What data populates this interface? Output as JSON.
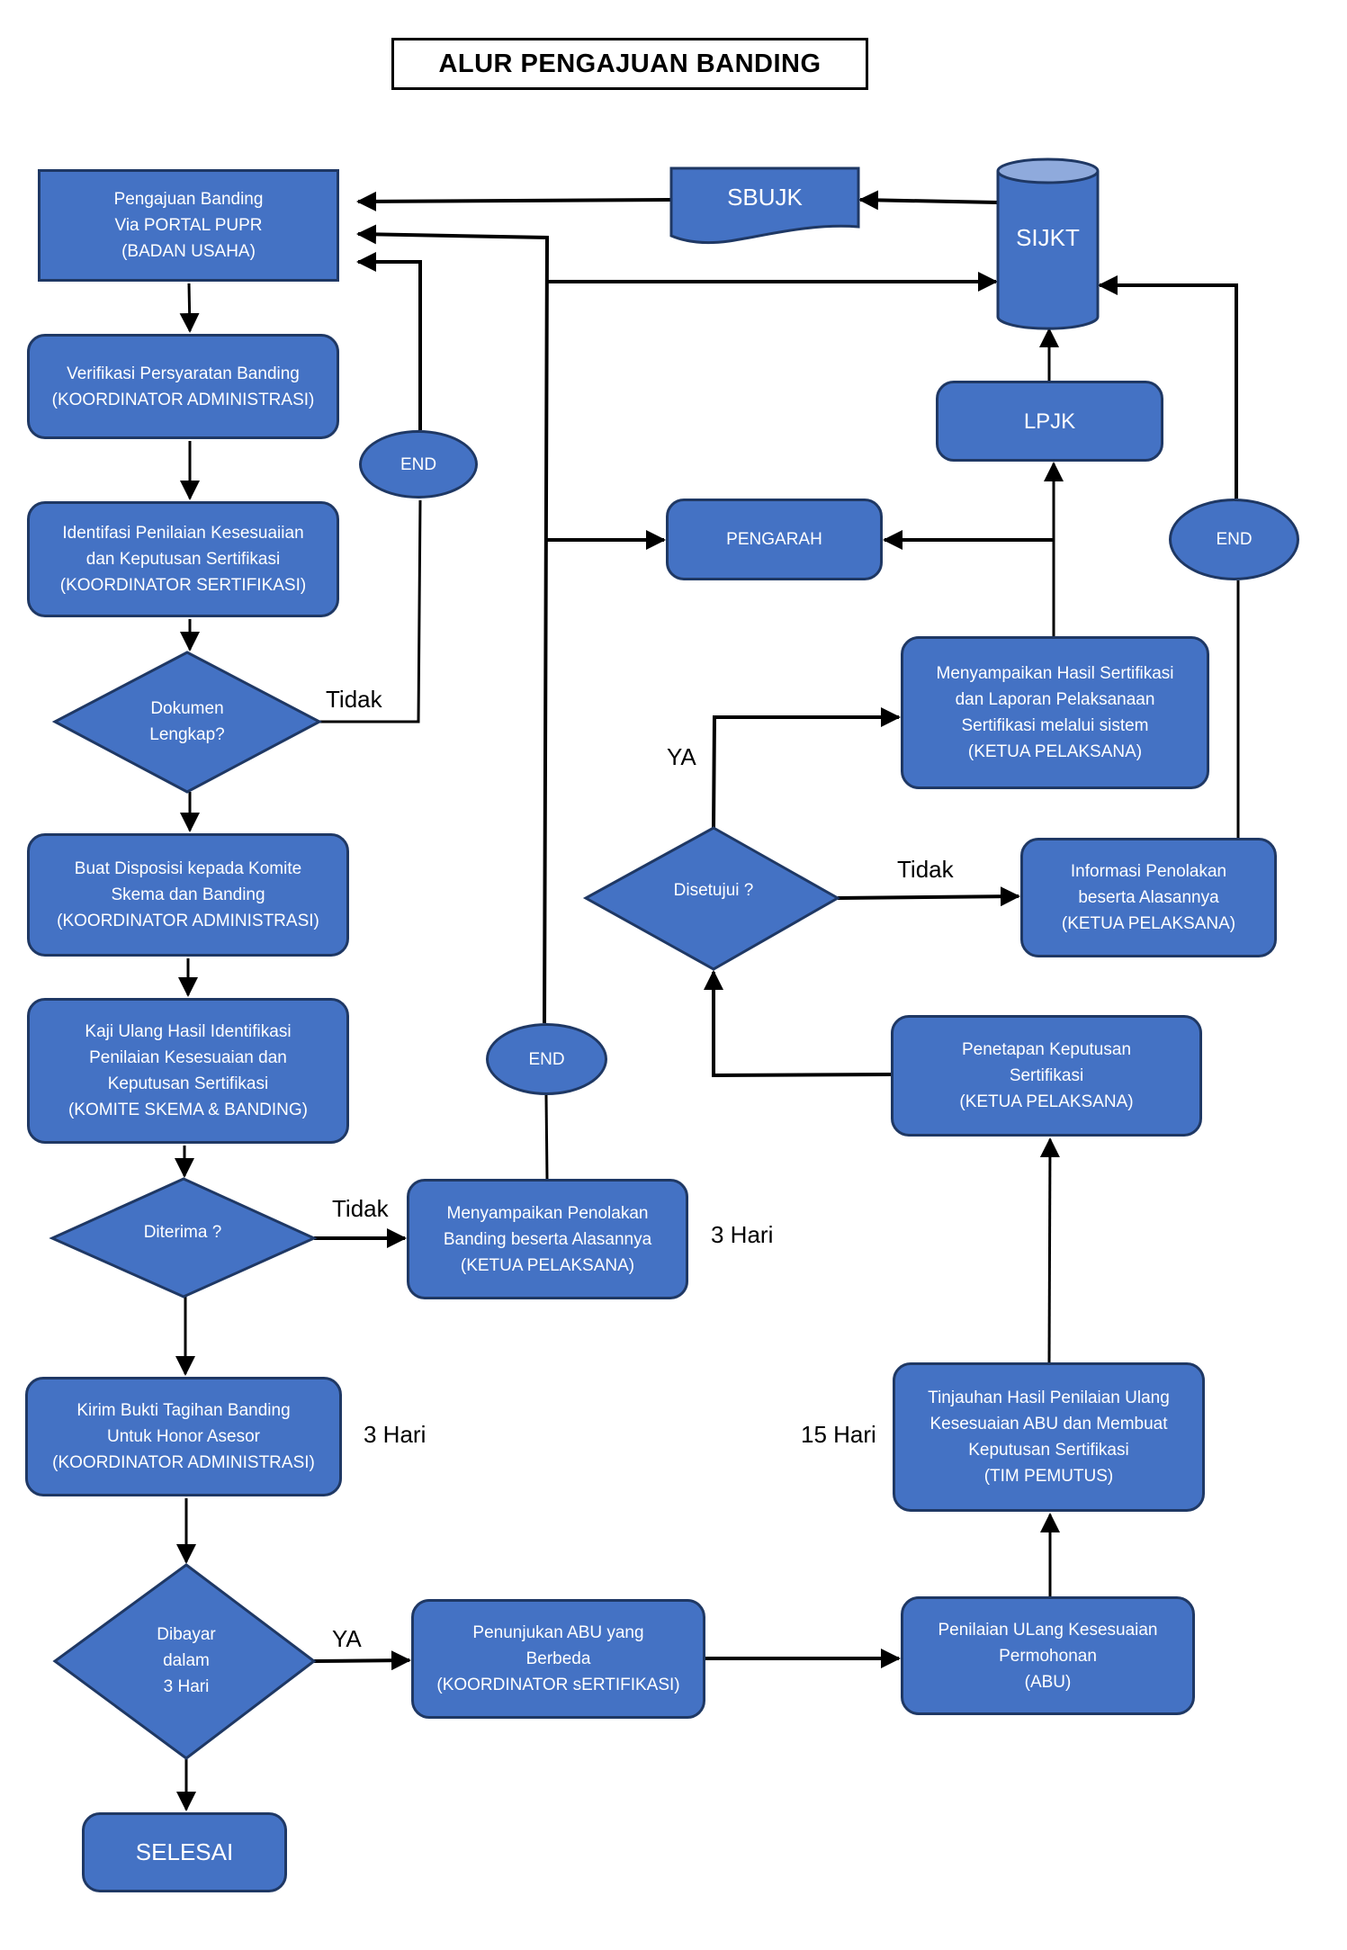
{
  "title": "ALUR PENGAJUAN BANDING",
  "nodes": {
    "pengajuan": "Pengajuan Banding\nVia PORTAL PUPR\n(BADAN USAHA)",
    "sbujk": "SBUJK",
    "sijkt": "SIJKT",
    "verifikasi": "Verifikasi Persyaratan Banding\n(KOORDINATOR ADMINISTRASI)",
    "end1": "END",
    "lpjk": "LPJK",
    "identifikasi": "Identifasi Penilaian Kesesuaiian\ndan Keputusan Sertifikasi\n(KOORDINATOR  SERTIFIKASI)",
    "pengarah": "PENGARAH",
    "end2": "END",
    "menyampaikan_hasil": "Menyampaikan Hasil Sertifikasi\ndan Laporan Pelaksanaan\nSertifikasi melalui sistem\n(KETUA PELAKSANA)",
    "dokumen_lengkap": "Dokumen\nLengkap?",
    "disetujui": "Disetujui ?",
    "informasi_penolakan": "Informasi Penolakan\nbeserta Alasannya\n(KETUA PELAKSANA)",
    "buat_disposisi": "Buat Disposisi kepada Komite\nSkema dan Banding\n(KOORDINATOR ADMINISTRASI)",
    "kaji_ulang": "Kaji Ulang Hasil Identifikasi\nPenilaian Kesesuaian dan\nKeputusan Sertifikasi\n(KOMITE SKEMA & BANDING)",
    "end3": "END",
    "penetapan": "Penetapan Keputusan\nSertifikasi\n(KETUA PELAKSANA)",
    "diterima": "Diterima ?",
    "menyampaikan_penolakan": "Menyampaikan Penolakan\nBanding beserta Alasannya\n(KETUA PELAKSANA)",
    "kirim_bukti": "Kirim Bukti Tagihan Banding\nUntuk Honor Asesor\n(KOORDINATOR ADMINISTRASI)",
    "tinjauan": "Tinjauhan Hasil Penilaian Ulang\nKesesuaian ABU dan Membuat\nKeputusan Sertifikasi\n(TIM PEMUTUS)",
    "dibayar": "Dibayar\ndalam\n3 Hari",
    "penunjukan": "Penunjukan ABU yang\nBerbeda\n(KOORDINATOR sERTIFIKASI)",
    "penilaian_ulang": "Penilaian ULang Kesesuaian\nPermohonan\n(ABU)",
    "selesai": "SELESAI"
  },
  "labels": {
    "tidak_dokumen": "Tidak",
    "ya_disetujui": "YA",
    "tidak_disetujui": "Tidak",
    "tidak_diterima": "Tidak",
    "hari_penolakan": "3 Hari",
    "hari_kirim": "3 Hari",
    "hari_tinjauan": "15 Hari",
    "ya_dibayar": "YA"
  },
  "colors": {
    "node_fill": "#4472c4",
    "node_border": "#1f3864",
    "cylinder_top": "#8faadc",
    "line": "#000000"
  }
}
